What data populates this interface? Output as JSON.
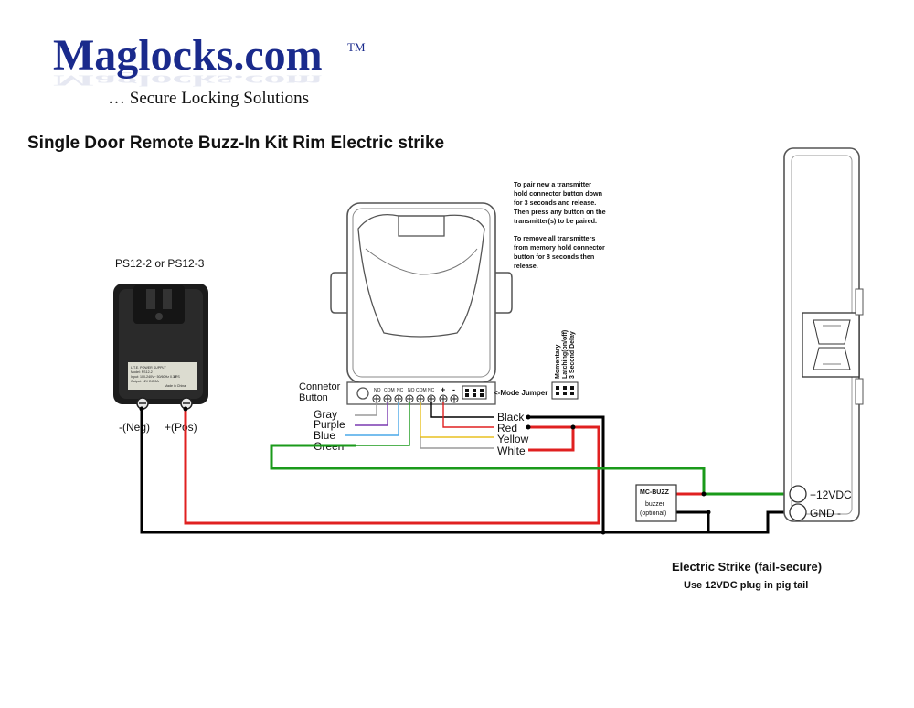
{
  "logo": {
    "brand": "Maglocks.com",
    "tm": "TM",
    "tagline": "… Secure Locking Solutions"
  },
  "title": "Single Door Remote Buzz-In Kit Rim Electric strike",
  "power_supply": {
    "label": "PS12-2 or PS12-3",
    "neg_label": "-(Neg)",
    "pos_label": "+(Pos)",
    "plate_lines": [
      "L.T.E. POWER SUPPLY",
      "Model: PS12-2",
      "Input: 100-240V~ 50/60Hz 0.3A",
      "Output: 12V DC 2A",
      "LPS",
      "Made in China"
    ]
  },
  "receiver": {
    "connector_label_1": "Connetor",
    "connector_label_2": "Button",
    "terminals": [
      "NO",
      "COM",
      "NC",
      "NO",
      "COM",
      "NC",
      "+",
      "-"
    ],
    "jumper_label": "<-Mode Jumper",
    "mode_options": [
      "Momentary",
      "Latching(on/off)",
      "3 Second Delay"
    ],
    "instructions": [
      "To pair new a transmitter",
      "hold connector button down",
      "for 3 seconds and release.",
      "Then press any button on the",
      "transmitter(s) to be paired.",
      "",
      "To remove all transmitters",
      "from memory hold connector",
      "button for 8 seconds then",
      "release."
    ]
  },
  "wire_labels_left": [
    "Gray",
    "Purple",
    "Blue",
    "Green"
  ],
  "wire_labels_right": [
    "Black",
    "Red",
    "Yellow",
    "White"
  ],
  "buzzer": {
    "title": "MC-BUZZ",
    "line1": "buzzer",
    "line2": "(optional)"
  },
  "strike": {
    "pos_label": "+12VDC",
    "neg_label": "GND -",
    "caption": "Electric Strike (fail-secure)",
    "note": "Use 12VDC plug in pig tail"
  },
  "colors": {
    "logo_blue": "#1a2a8c",
    "wire_red": "#e02020",
    "wire_green": "#1a9a1a",
    "wire_black": "#000000",
    "wire_gray": "#9a9a9a",
    "wire_purple": "#7a3ab0",
    "wire_blue": "#4aa8e8",
    "wire_yellow": "#e8c020"
  },
  "icons": [
    "power-adapter-icon",
    "receiver-module-icon",
    "electric-strike-icon",
    "buzzer-icon"
  ]
}
